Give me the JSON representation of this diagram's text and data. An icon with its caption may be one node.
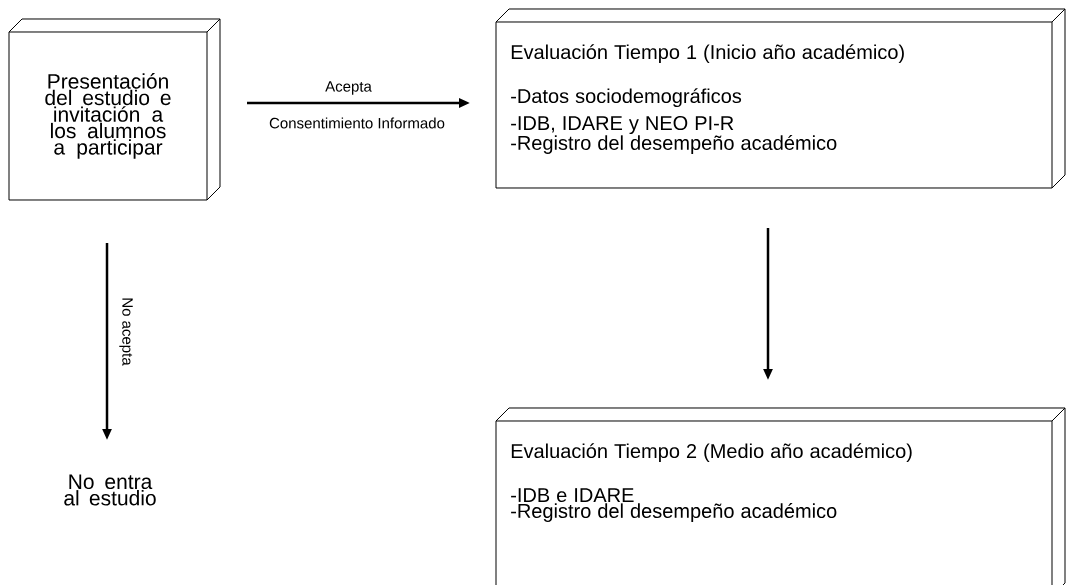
{
  "diagram": {
    "nodes": [
      {
        "text": [
          "Presentación del estudio e invitación a los alumnos a participar"
        ]
      },
      {
        "text": [
          "Evaluación Tiempo 1 (Inicio año académico)",
          "-Datos sociodemográficos",
          "-IDB, IDARE y NEO PI-R",
          "-Registro del desempeño académico"
        ]
      },
      {
        "text": [
          "No entra al estudio"
        ]
      },
      {
        "text": [
          "Evaluación Tiempo 2 (Medio año académico)",
          "-IDB e IDARE",
          "-Registro del desempeño académico"
        ]
      }
    ],
    "edges": [
      {
        "from": 0,
        "to": 1,
        "arrow": "to",
        "label": "Acepta"
      },
      {
        "from": 0,
        "to": 2,
        "arrow": "to",
        "label": "No acepta"
      },
      {
        "from": 1,
        "to": 3,
        "arrow": "to"
      }
    ],
    "labels": [
      "Consentimiento Informado"
    ]
  }
}
